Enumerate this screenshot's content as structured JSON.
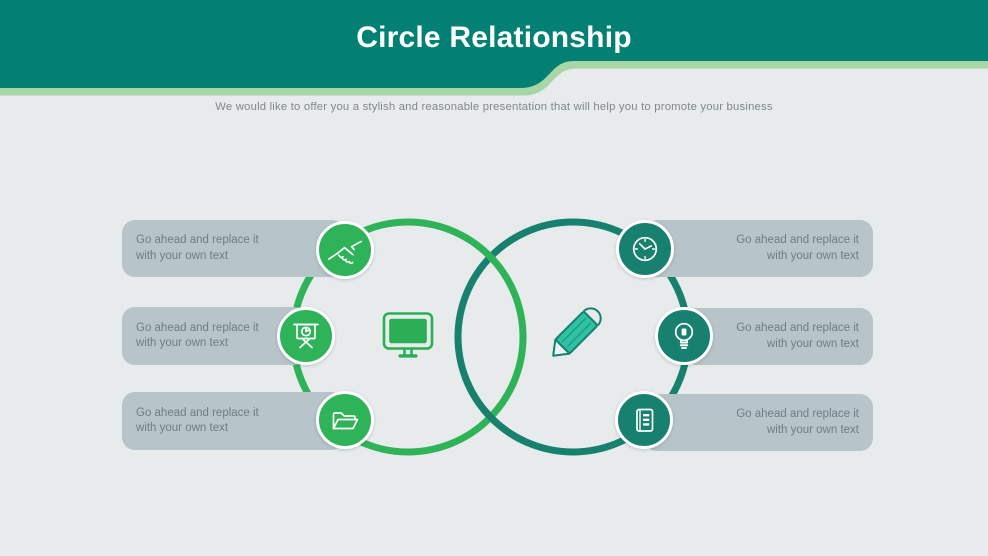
{
  "slide": {
    "title": "Circle Relationship",
    "subtitle": "We would like to offer you a stylish and reasonable presentation that will help you to promote your business"
  },
  "boxes": {
    "left": [
      {
        "line1": "Go ahead and replace it",
        "line2": "with your own text"
      },
      {
        "line1": "Go ahead and replace it",
        "line2": "with your own text"
      },
      {
        "line1": "Go ahead and replace it",
        "line2": "with your own text"
      }
    ],
    "right": [
      {
        "line1": "Go ahead and replace it",
        "line2": "with your own text"
      },
      {
        "line1": "Go ahead and replace it",
        "line2": "with your own text"
      },
      {
        "line1": "Go ahead and replace it",
        "line2": "with your own text"
      }
    ]
  },
  "icons": {
    "left_badges": [
      "handshake-icon",
      "presentation-board-icon",
      "open-folder-icon"
    ],
    "right_badges": [
      "clock-icon",
      "lightbulb-icon",
      "notebook-icon"
    ],
    "left_circle_center": "monitor-icon",
    "right_circle_center": "pencil-icon"
  },
  "colors": {
    "header_teal": "#028073",
    "light_green": "#A6D5A6",
    "background": "#E7EBEB",
    "accent_green": "#2FB358",
    "accent_teal": "#17806E",
    "box_fill": "#B7C4C9",
    "box_text": "#6F7E83",
    "subtitle_text": "#82878A",
    "title_text": "#FFFFFF",
    "pencil_fill": "#2EC1A2",
    "monitor_green": "#2BAF56",
    "icon_stroke": "#FFFFFF"
  }
}
